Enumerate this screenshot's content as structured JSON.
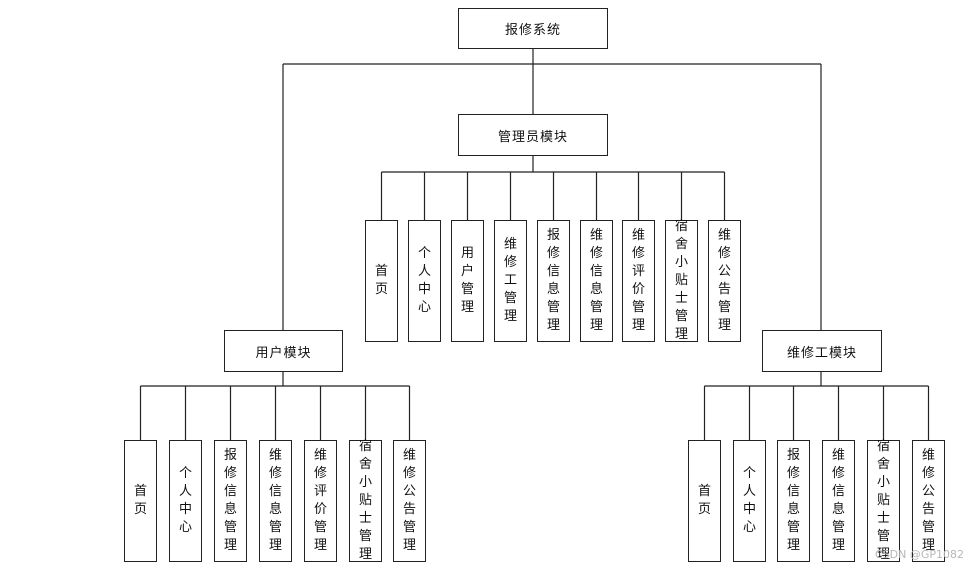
{
  "root": "报修系统",
  "admin": {
    "title": "管理员模块",
    "items": [
      "首页",
      "个人中心",
      "用户管理",
      "维修工管理",
      "报修信息管理",
      "维修信息管理",
      "维修评价管理",
      "宿舍小贴士管理",
      "维修公告管理"
    ]
  },
  "user": {
    "title": "用户模块",
    "items": [
      "首页",
      "个人中心",
      "报修信息管理",
      "维修信息管理",
      "维修评价管理",
      "宿舍小贴士管理",
      "维修公告管理"
    ]
  },
  "worker": {
    "title": "维修工模块",
    "items": [
      "首页",
      "个人中心",
      "报修信息管理",
      "维修信息管理",
      "宿舍小贴士管理",
      "维修公告管理"
    ]
  },
  "watermark": "CSDN @GP1082"
}
